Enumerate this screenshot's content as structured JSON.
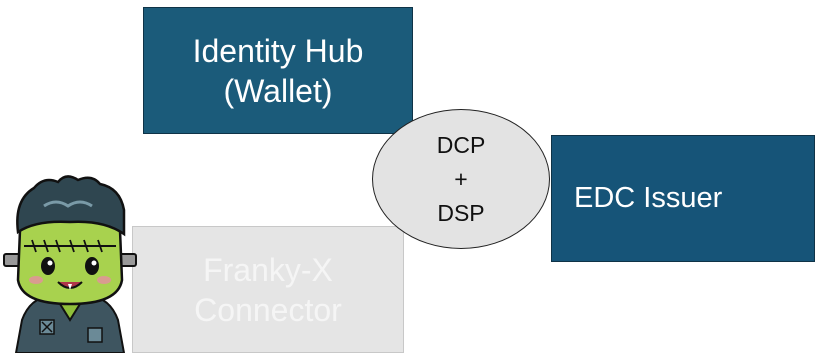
{
  "identity_hub": {
    "line1": "Identity Hub",
    "line2": "(Wallet)"
  },
  "protocol": {
    "line1": "DCP",
    "line2": "+",
    "line3": "DSP"
  },
  "edc_issuer": {
    "label": "EDC Issuer"
  },
  "franky": {
    "line1": "Franky-X",
    "line2": "Connector"
  },
  "colors": {
    "identity_hub": "#1b5b7a",
    "edc_issuer": "#165478",
    "franky": "#e5e5e5",
    "protocol": "#e3e3e3"
  },
  "mascot": {
    "icon": "frankenstein-mascot-icon"
  }
}
